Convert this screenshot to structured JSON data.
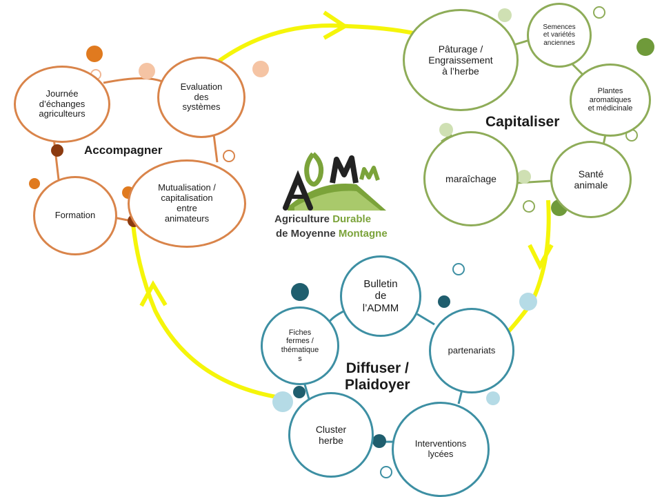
{
  "logo": {
    "line1_a": "Agriculture",
    "line1_b": "Durable",
    "line2_a": "de Moyenne",
    "line2_b": "Montagne"
  },
  "hubs": {
    "accompagner": "Accompagner",
    "capitaliser": "Capitaliser",
    "diffuser": "Diffuser /\nPlaidoyer"
  },
  "accompagner_nodes": {
    "journee": "Journée\nd’échanges\nagriculteurs",
    "evaluation": "Evaluation\ndes\nsystèmes",
    "formation": "Formation",
    "mutualisation": "Mutualisation  /\ncapitalisation\nentre\nanimateurs"
  },
  "capitaliser_nodes": {
    "paturage": "Pâturage /\nEngraissement\nà l’herbe",
    "semences": "Semences\net variétés\nanciennes",
    "plantes": "Plantes\naromatiques\net médicinale",
    "maraichage": "maraîchage",
    "sante": "Santé\nanimale"
  },
  "diffuser_nodes": {
    "bulletin": "Bulletin\nde\nl’ADMM",
    "fiches": "Fiches\nfermes /\nthématique\ns",
    "partenariats": "partenariats",
    "cluster": "Cluster\nherbe",
    "interventions": "Interventions\nlycées"
  },
  "colors": {
    "orange": "#d9844a",
    "green": "#8eac58",
    "blue": "#3d8fa3",
    "cycle_arrow": "#f5f50a"
  }
}
